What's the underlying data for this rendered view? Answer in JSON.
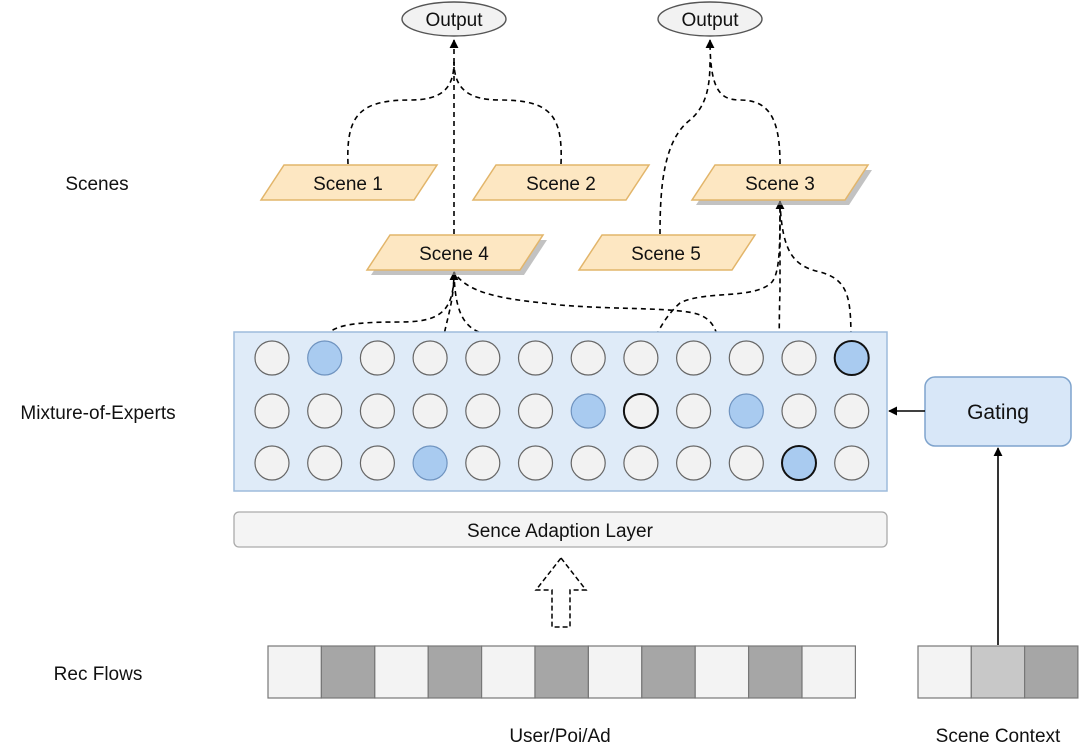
{
  "row_labels": {
    "scenes": "Scenes",
    "moe": "Mixture-of-Experts",
    "rec_flows": "Rec Flows"
  },
  "outputs": [
    "Output",
    "Output"
  ],
  "scenes": [
    {
      "id": "scene1",
      "label": "Scene 1",
      "shadow": false
    },
    {
      "id": "scene2",
      "label": "Scene 2",
      "shadow": false
    },
    {
      "id": "scene3",
      "label": "Scene 3",
      "shadow": true
    },
    {
      "id": "scene4",
      "label": "Scene 4",
      "shadow": true
    },
    {
      "id": "scene5",
      "label": "Scene 5",
      "shadow": false
    }
  ],
  "experts": {
    "rows": 3,
    "cols": 12,
    "active": [
      {
        "row": 0,
        "col": 1,
        "style": "filled"
      },
      {
        "row": 0,
        "col": 11,
        "style": "filled-bold"
      },
      {
        "row": 1,
        "col": 6,
        "style": "filled"
      },
      {
        "row": 1,
        "col": 7,
        "style": "bold"
      },
      {
        "row": 1,
        "col": 9,
        "style": "filled"
      },
      {
        "row": 2,
        "col": 3,
        "style": "filled"
      },
      {
        "row": 2,
        "col": 10,
        "style": "filled-bold"
      }
    ]
  },
  "adaption_layer": "Sence Adaption Layer",
  "gating": "Gating",
  "rec_flow_cells": [
    "light",
    "dark",
    "light",
    "dark",
    "light",
    "dark",
    "light",
    "dark",
    "light",
    "dark",
    "light"
  ],
  "scene_context_cells": [
    "light",
    "medium",
    "dark"
  ],
  "bottom_labels": {
    "user_poi_ad": "User/Poi/Ad",
    "scene_context": "Scene Context"
  },
  "colors": {
    "scene_fill": "#fde7c2",
    "scene_stroke": "#e2b56a",
    "moe_bg": "#dfebf8",
    "moe_border": "#9dbbdc",
    "expert_idle": "#f2f2f2",
    "expert_active": "#a9cbf0",
    "gating_fill": "#d8e7f8",
    "gating_stroke": "#7fa4cd",
    "cell_light": "#f3f3f3",
    "cell_medium": "#c8c8c8",
    "cell_dark": "#a6a6a6"
  }
}
